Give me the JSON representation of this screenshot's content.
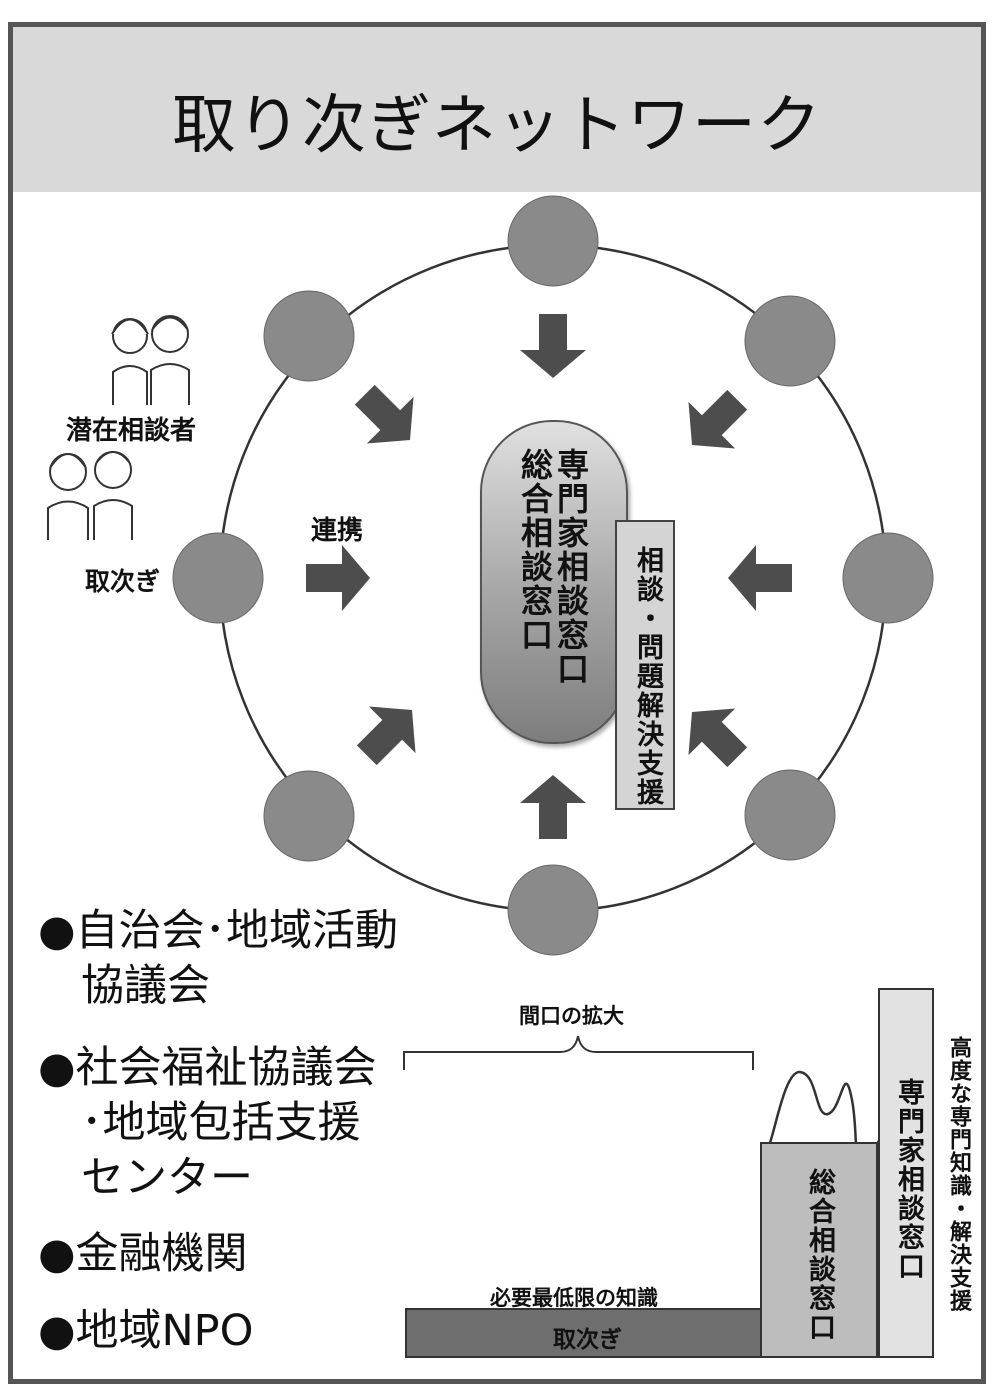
{
  "title": "取り次ぎネットワーク",
  "people_label": "潜在相談者",
  "relay_label": "取次ぎ",
  "cooperation_label": "連携",
  "center": {
    "specialist": "専門家相談窓口",
    "general": "総合相談窓口"
  },
  "support_label": "相談・問題解決支援",
  "organizations": [
    "●自治会･地域活動",
    "　協議会",
    "●社会福祉協議会",
    "　･地域包括支援",
    "　センター",
    "●金融機関",
    "●地域NPO"
  ],
  "bottom": {
    "expansion_label": "間口の拡大",
    "min_knowledge_label": "必要最低限の知識",
    "relay_bar_label": "取次ぎ",
    "general_bar_label": "総合相談窓口",
    "specialist_bar_label": "専門家相談窓口",
    "advanced_label": "高度な専門知識・解決支援"
  },
  "colors": {
    "node_fill": "#8a8a8a",
    "arrow_fill": "#4d4d4d",
    "title_band": "#d9d9d9"
  }
}
